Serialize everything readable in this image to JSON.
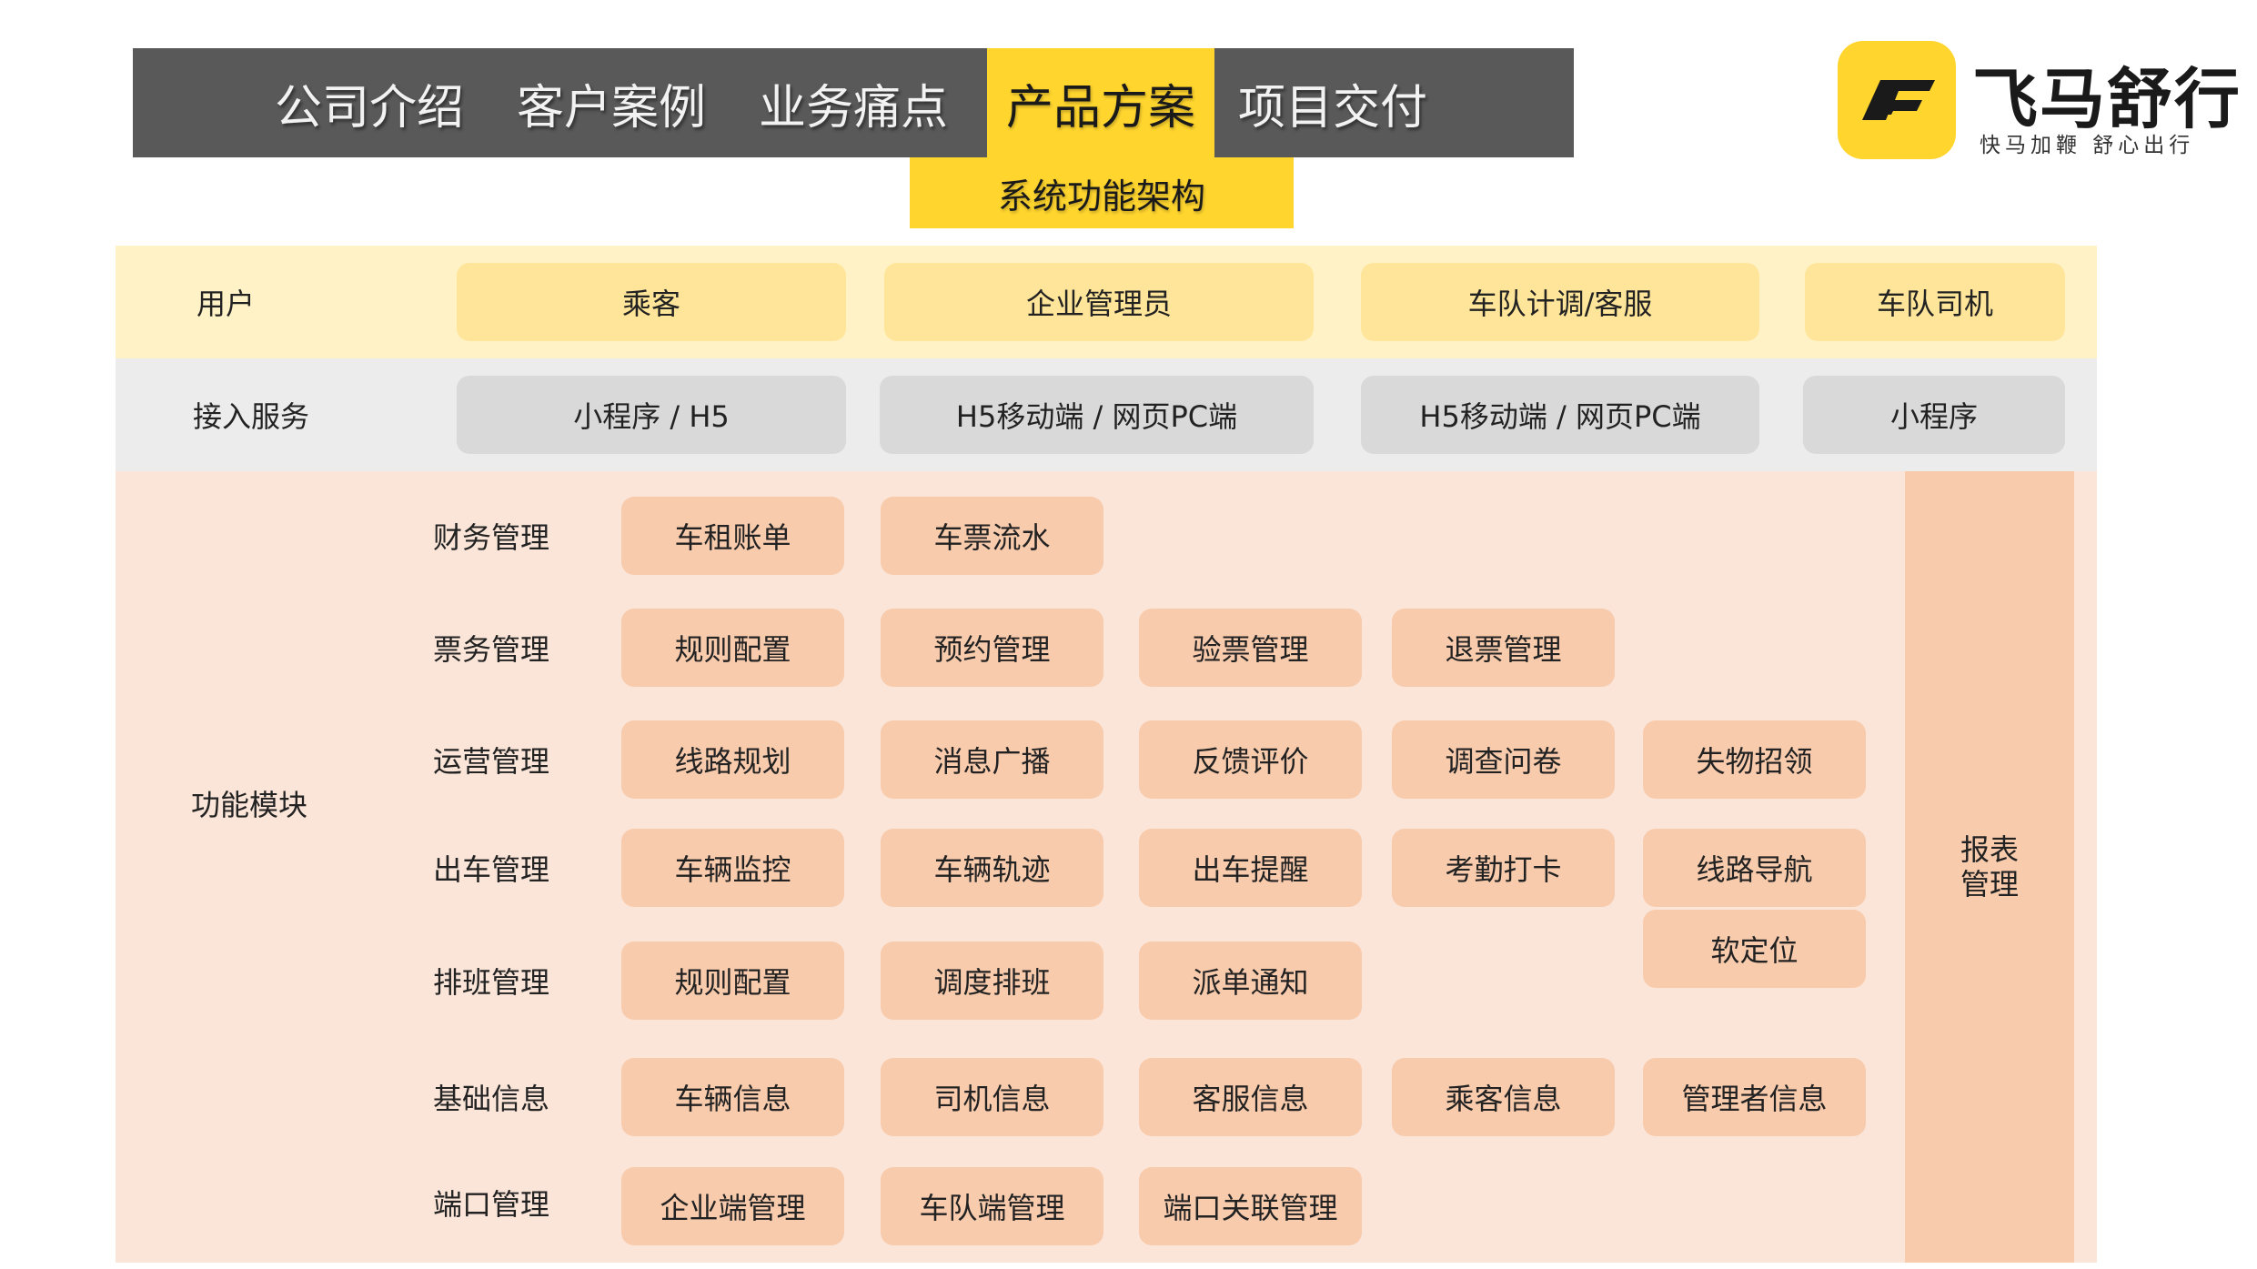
{
  "nav": {
    "tabs": [
      "公司介绍",
      "客户案例",
      "业务痛点",
      "产品方案",
      "项目交付"
    ],
    "active_index": 3,
    "subtab": "系统功能架构"
  },
  "logo": {
    "name": "飞马舒行",
    "slogan": "快马加鞭  舒心出行"
  },
  "rows": {
    "user": {
      "label": "用户",
      "items": [
        "乘客",
        "企业管理员",
        "车队计调/客服",
        "车队司机"
      ]
    },
    "access": {
      "label": "接入服务",
      "items": [
        "小程序 / H5",
        "H5移动端 / 网页PC端",
        "H5移动端 / 网页PC端",
        "小程序"
      ]
    },
    "func": {
      "label": "功能模块",
      "report": "报表\n管理",
      "categories": [
        {
          "name": "财务管理",
          "items": [
            "车租账单",
            "车票流水"
          ]
        },
        {
          "name": "票务管理",
          "items": [
            "规则配置",
            "预约管理",
            "验票管理",
            "退票管理"
          ]
        },
        {
          "name": "运营管理",
          "items": [
            "线路规划",
            "消息广播",
            "反馈评价",
            "调查问卷",
            "失物招领"
          ]
        },
        {
          "name": "出车管理",
          "items": [
            "车辆监控",
            "车辆轨迹",
            "出车提醒",
            "考勤打卡",
            "线路导航"
          ],
          "extra": "软定位"
        },
        {
          "name": "排班管理",
          "items": [
            "规则配置",
            "调度排班",
            "派单通知"
          ]
        },
        {
          "name": "基础信息",
          "items": [
            "车辆信息",
            "司机信息",
            "客服信息",
            "乘客信息",
            "管理者信息"
          ]
        },
        {
          "name": "端口管理",
          "items": [
            "企业端管理",
            "车队端管理",
            "端口关联管理"
          ]
        }
      ]
    }
  },
  "colors": {
    "accent_yellow": "#ffd52e",
    "nav_gray": "#595959",
    "user_band": "#fff2c7",
    "user_pill": "#ffe599",
    "access_band": "#ececec",
    "access_pill": "#d9d9d9",
    "func_band": "#fbe5d8",
    "func_pill": "#f8cbad"
  }
}
